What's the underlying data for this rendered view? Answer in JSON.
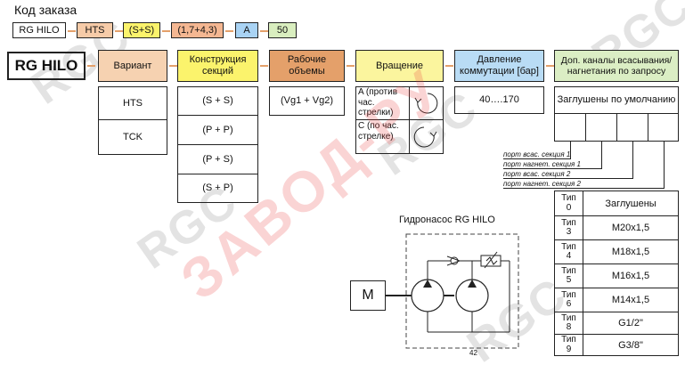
{
  "title": "Код заказа",
  "code_row": [
    "RG HILO",
    "HTS",
    "(S+S)",
    "(1,7+4,3)",
    "A",
    "50"
  ],
  "main_label": "RG HILO",
  "headers": {
    "variant": "Вариант",
    "sections": "Конструкция секций",
    "volumes": "Рабочие объемы",
    "rotation": "Вращение",
    "pressure": "Давление коммутации [бар]",
    "channels": "Доп. каналы всасывания/ нагнетания по запросу"
  },
  "variants": [
    "HTS",
    "TCK"
  ],
  "sections": [
    "(S + S)",
    "(P + P)",
    "(P + S)",
    "(S + P)"
  ],
  "volumes_value": "(Vg1 + Vg2)",
  "rotation": [
    {
      "label": "A (против час. стрелки)",
      "icon": "ccw-rotation-icon"
    },
    {
      "label": "C (по час. стрелке)",
      "icon": "cw-rotation-icon"
    }
  ],
  "pressure_value": "40….170",
  "plugs_default": "Заглушены по умолчанию",
  "ports": [
    "порт всас. секция 1",
    "порт нагнет. секция 1",
    "порт всас. секция 2",
    "порт нагнет. секция 2"
  ],
  "plug_table": {
    "header_type": "Тип 0",
    "header_value": "Заглушены",
    "rows": [
      {
        "type": "Тип 3",
        "value": "M20x1,5"
      },
      {
        "type": "Тип 4",
        "value": "M18x1,5"
      },
      {
        "type": "Тип 5",
        "value": "M16x1,5"
      },
      {
        "type": "Тип 6",
        "value": "M14x1,5"
      },
      {
        "type": "Тип 8",
        "value": "G1/2\""
      },
      {
        "type": "Тип 9",
        "value": "G3/8\""
      }
    ]
  },
  "diagram": {
    "title": "Гидронасос RG HILO",
    "motor": "M"
  },
  "page_number": "42",
  "watermark_red": "ЗАВОД-РУ",
  "watermark_grey": "RGC",
  "colors": {
    "orange": "#f2c49b",
    "orange_dark": "#e4a06a",
    "yellow": "#fbf39a",
    "blue": "#b9dcf5",
    "green": "#dbeec4",
    "tan": "#f6d8b8",
    "code_tan": "#f6cba8",
    "code_yellow": "#fbf36c",
    "code_salmon": "#f4b792",
    "code_blue": "#a9d3f4",
    "code_green": "#d9eebf"
  }
}
